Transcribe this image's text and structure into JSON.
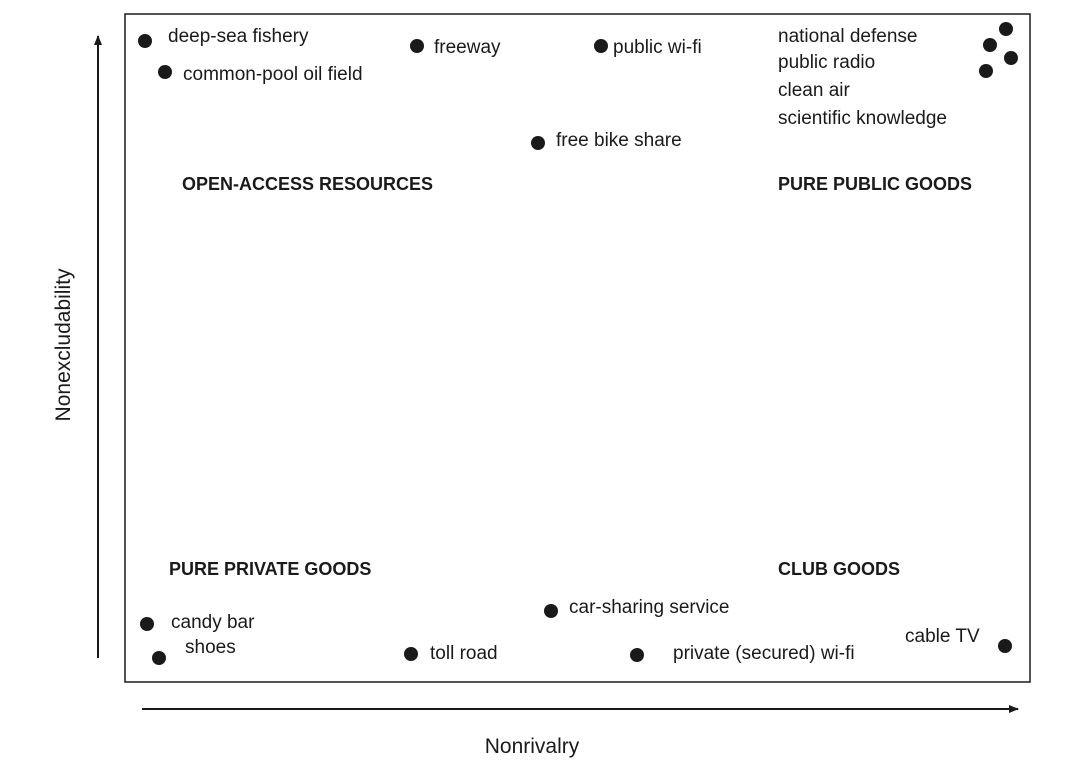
{
  "axes": {
    "x_label": "Nonrivalry",
    "y_label": "Nonexcludability"
  },
  "quadrants": {
    "top_left": "OPEN-ACCESS RESOURCES",
    "top_right": "PURE PUBLIC GOODS",
    "bottom_left": "PURE PRIVATE GOODS",
    "bottom_right": "CLUB GOODS"
  },
  "items": [
    {
      "key": "deep-sea-fishery",
      "label": "deep-sea fishery"
    },
    {
      "key": "common-pool-oil-field",
      "label": "common-pool oil field"
    },
    {
      "key": "freeway",
      "label": "freeway"
    },
    {
      "key": "public-wifi",
      "label": "public wi-fi"
    },
    {
      "key": "free-bike-share",
      "label": "free bike share"
    },
    {
      "key": "candy-bar",
      "label": "candy bar"
    },
    {
      "key": "shoes",
      "label": "shoes"
    },
    {
      "key": "toll-road",
      "label": "toll road"
    },
    {
      "key": "car-sharing-service",
      "label": "car-sharing service"
    },
    {
      "key": "private-secured-wifi",
      "label": "private (secured) wi-fi"
    },
    {
      "key": "cable-tv",
      "label": "cable TV"
    }
  ],
  "public_goods_list": [
    "national defense",
    "public radio",
    "clean air",
    "scientific knowledge"
  ],
  "colors": {
    "ink": "#1a1a1a",
    "background": "#ffffff"
  }
}
